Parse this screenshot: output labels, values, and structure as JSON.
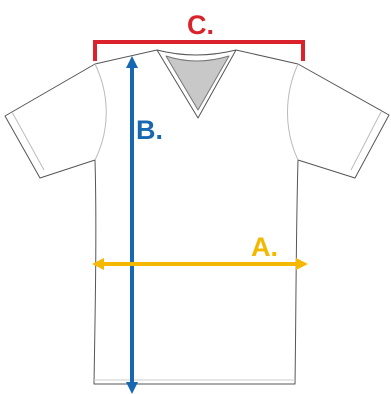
{
  "labels": {
    "a": "A.",
    "b": "B.",
    "c": "C."
  },
  "colors": {
    "a": "#f5b800",
    "b": "#1768b0",
    "c": "#d9222b",
    "outline": "#555555",
    "seam": "#bbbbbb",
    "neck_inner": "#c8c8c8"
  }
}
